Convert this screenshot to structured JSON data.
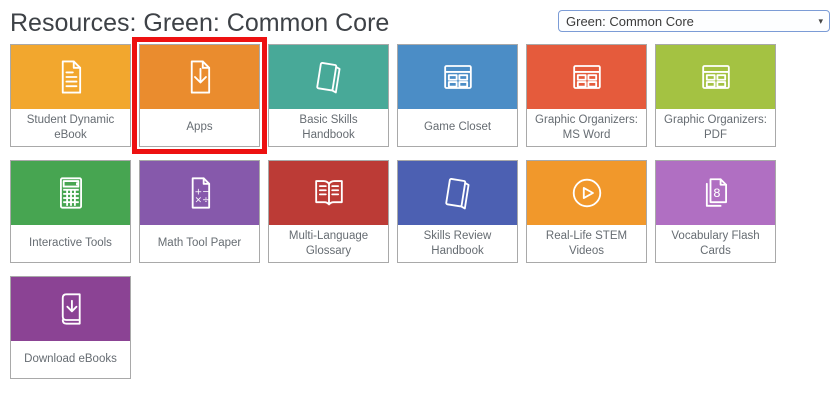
{
  "header": {
    "title": "Resources: Green: Common Core",
    "dropdown": {
      "selected": "Green: Common Core",
      "caret": "▾"
    }
  },
  "highlight_color": "#ed1111",
  "tiles": [
    {
      "label": "Student Dynamic eBook",
      "color": "#f2a72e",
      "icon": "file-lines-icon",
      "highlighted": false
    },
    {
      "label": "Apps",
      "color": "#ea8c2e",
      "icon": "file-download-icon",
      "highlighted": true
    },
    {
      "label": "Basic Skills Handbook",
      "color": "#48a998",
      "icon": "book-icon",
      "highlighted": false
    },
    {
      "label": "Game Closet",
      "color": "#4b8dc6",
      "icon": "window-grid-icon",
      "highlighted": false
    },
    {
      "label": "Graphic Organizers: MS Word",
      "color": "#e55b3c",
      "icon": "window-grid-icon",
      "highlighted": false
    },
    {
      "label": "Graphic Organizers: PDF",
      "color": "#a4c242",
      "icon": "window-grid-icon",
      "highlighted": false
    },
    {
      "label": "Interactive Tools",
      "color": "#47a551",
      "icon": "calculator-icon",
      "highlighted": false
    },
    {
      "label": "Math Tool Paper",
      "color": "#8659ab",
      "icon": "math-paper-icon",
      "highlighted": false
    },
    {
      "label": "Multi-Language Glossary",
      "color": "#bc3b36",
      "icon": "open-book-icon",
      "highlighted": false
    },
    {
      "label": "Skills Review Handbook",
      "color": "#4c60b2",
      "icon": "book-icon",
      "highlighted": false
    },
    {
      "label": "Real-Life STEM Videos",
      "color": "#f1982b",
      "icon": "play-circle-icon",
      "highlighted": false
    },
    {
      "label": "Vocabulary Flash Cards",
      "color": "#b06fc2",
      "icon": "flash-cards-icon",
      "highlighted": false
    },
    {
      "label": "Download eBooks",
      "color": "#8b4394",
      "icon": "book-download-icon",
      "highlighted": false
    }
  ]
}
